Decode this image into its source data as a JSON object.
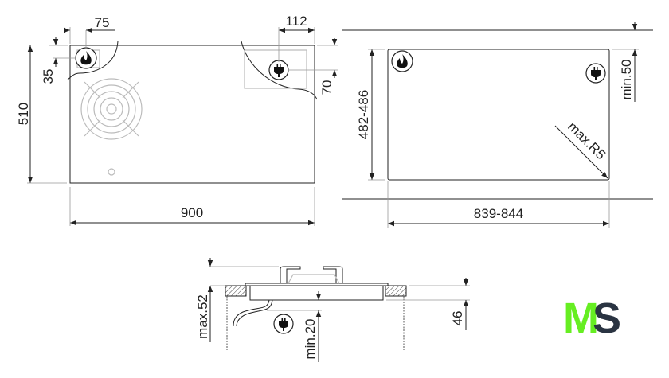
{
  "top_view": {
    "dim_gas_offset": "75",
    "dim_gas_depth": "35",
    "dim_depth": "510",
    "dim_width": "900",
    "dim_elec_offset": "112",
    "dim_elec_depth": "70"
  },
  "cutout_view": {
    "dim_depth": "482-486",
    "dim_width": "839-844",
    "dim_back_clearance": "min.50",
    "dim_radius": "max.R5"
  },
  "section_view": {
    "dim_height": "max.52",
    "dim_clearance": "min.20",
    "dim_depth": "46"
  },
  "logo": {
    "text": "MS",
    "letter_m": "M",
    "letter_s": "S",
    "color_m": "#66ee22",
    "color_s": "#2a3442"
  },
  "icons": [
    "flame-icon",
    "plug-icon"
  ]
}
